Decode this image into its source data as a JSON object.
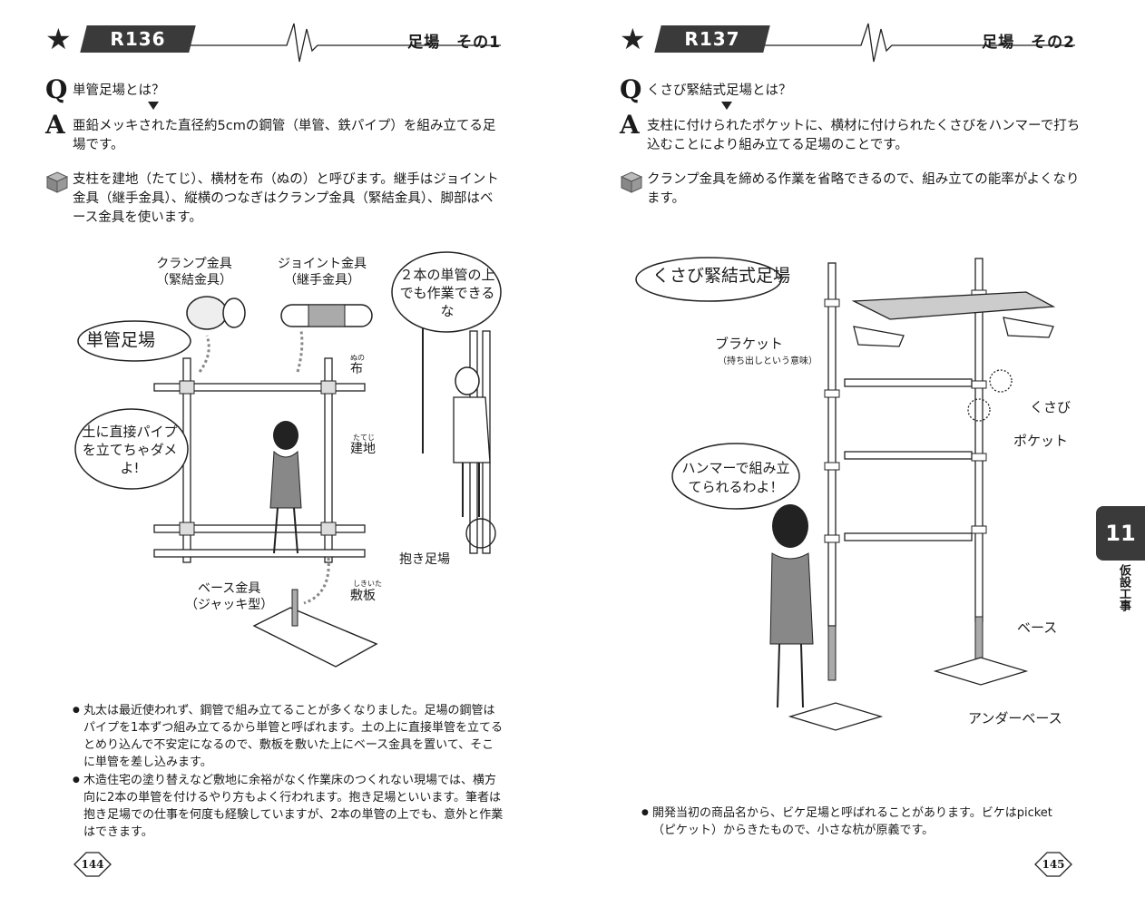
{
  "left": {
    "badge": "R136",
    "title": "足場　その1",
    "question": "単管足場とは？",
    "answer": "亜鉛メッキされた直径約5cmの鋼管（単管、鉄パイプ）を組み立てる足場です。",
    "note": "支柱を建地（たてじ）、横材を布（ぬの）と呼びます。継手はジョイント金具（継手金具）、縦横のつなぎはクランプ金具（緊結金具）、脚部はベース金具を使います。",
    "labels": {
      "clamp": "クランプ金具",
      "clamp_sub": "（緊結金具）",
      "joint": "ジョイント金具",
      "joint_sub": "（継手金具）",
      "tankan": "単管足場",
      "nuno": "布",
      "nuno_ruby": "ぬの",
      "tateji": "建地",
      "tateji_ruby": "たてじ",
      "base": "ベース金具",
      "base_sub": "（ジャッキ型）",
      "shikiita": "敷板",
      "shikiita_ruby": "しきいた",
      "dakiashiba": "抱き足場",
      "bubble1": "土に直接パイプを立てちゃダメよ!",
      "bubble2": "２本の単管の上でも作業できるな"
    },
    "bullets": [
      "丸太は最近使われず、鋼管で組み立てることが多くなりました。足場の鋼管はパイプを1本ずつ組み立てるから単管と呼ばれます。土の上に直接単管を立てるとめり込んで不安定になるので、敷板を敷いた上にベース金具を置いて、そこに単管を差し込みます。",
      "木造住宅の塗り替えなど敷地に余裕がなく作業床のつくれない現場では、横方向に2本の単管を付けるやり方もよく行われます。抱き足場といいます。筆者は抱き足場での仕事を何度も経験していますが、2本の単管の上でも、意外と作業はできます。"
    ],
    "page_no": "144"
  },
  "right": {
    "badge": "R137",
    "title": "足場　その2",
    "question": "くさび緊結式足場とは？",
    "answer": "支柱に付けられたポケットに、横材に付けられたくさびをハンマーで打ち込むことにより組み立てる足場のことです。",
    "note": "クランプ金具を締める作業を省略できるので、組み立ての能率がよくなります。",
    "labels": {
      "kusabi_title": "くさび緊結式足場",
      "bracket": "ブラケット",
      "bracket_sub": "（持ち出しという意味）",
      "kusabi": "くさび",
      "pocket": "ポケット",
      "bubble": "ハンマーで組み立てられるわよ！",
      "base": "ベース",
      "under_base": "アンダーベース"
    },
    "bullets": [
      "開発当初の商品名から、ビケ足場と呼ばれることがあります。ビケはpicket（ピケット）からきたもので、小さな杭が原義です。"
    ],
    "page_no": "145"
  },
  "chapter": {
    "number": "11",
    "name": "仮設工事"
  },
  "icons": {
    "star": "star-icon",
    "cube": "cube-icon",
    "arrow": "triangle-down-icon"
  }
}
